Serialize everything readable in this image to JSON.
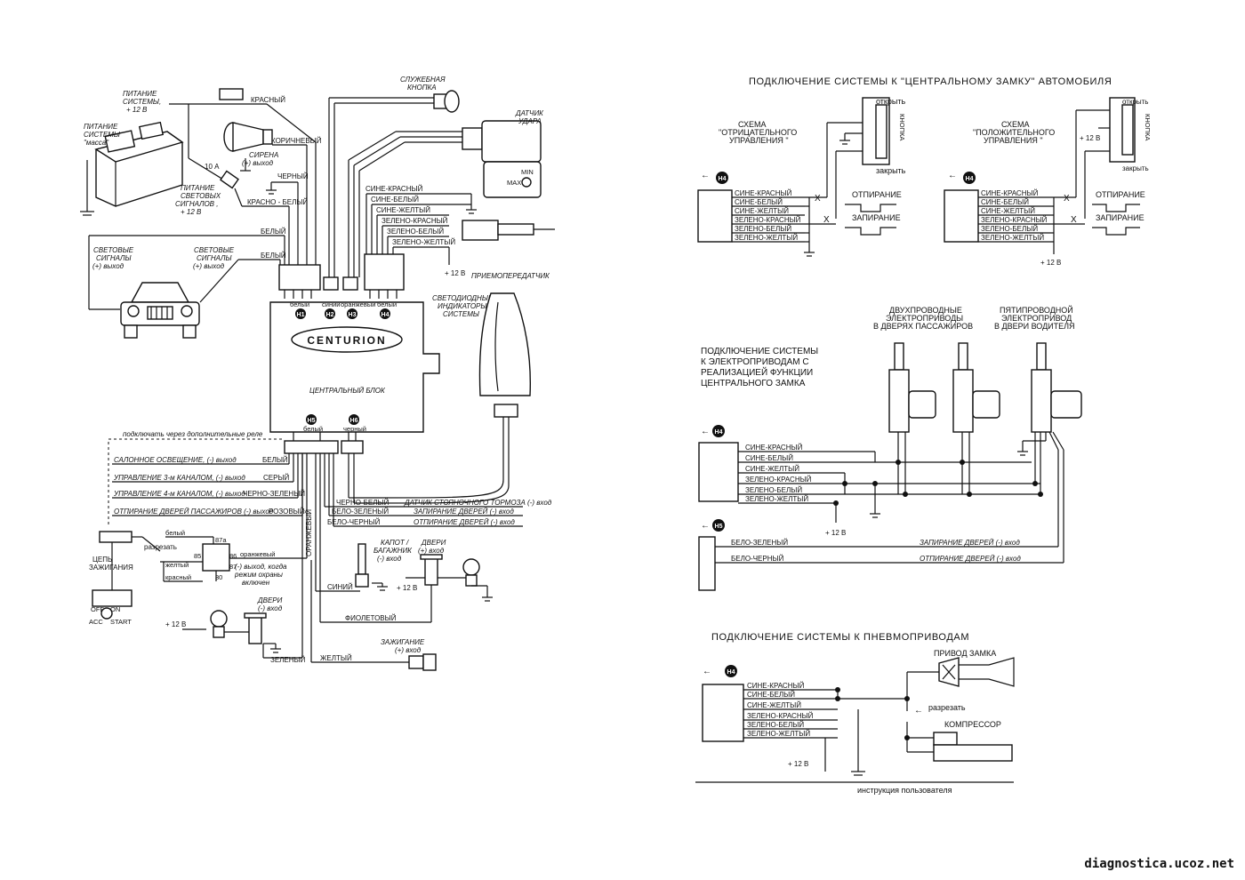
{
  "brand": "CENTURION",
  "central_unit": "ЦЕНТРАЛЬНЫЙ БЛОК",
  "connectors": {
    "h1": {
      "id": "H1",
      "color": "белый"
    },
    "h2": {
      "id": "H2",
      "color": "синий"
    },
    "h3": {
      "id": "H3",
      "color": "оранжевый"
    },
    "h4": {
      "id": "H4",
      "color": "белый"
    },
    "h5": {
      "id": "H5",
      "color": "белый"
    },
    "h6": {
      "id": "H6",
      "color": "черный"
    }
  },
  "left": {
    "power_plus_1": "ПИТАНИЕ",
    "power_plus_2": "СИСТЕМЫ,",
    "power_plus_3": "+ 12 В",
    "power_gnd_1": "ПИТАНИЕ",
    "power_gnd_2": "СИСТЕМЫ",
    "power_gnd_3": "\"масса\"",
    "red": "КРАСНЫЙ",
    "brown": "КОРИЧНЕВЫЙ",
    "siren_1": "СИРЕНА",
    "siren_2": "(+) выход",
    "black": "ЧЕРНЫЙ",
    "fuse": "10 А",
    "light_pwr_1": "ПИТАНИЕ",
    "light_pwr_2": "СВЕТОВЫХ",
    "light_pwr_3": "СИГНАЛОВ ,",
    "light_pwr_4": "+ 12 В",
    "red_white": "КРАСНО - БЕЛЫЙ",
    "white": "БЕЛЫЙ",
    "lights_a_1": "СВЕТОВЫЕ",
    "lights_a_2": "СИГНАЛЫ",
    "lights_a_3": "(+) выход",
    "lights_b_1": "СВЕТОВЫЕ",
    "lights_b_2": "СИГНАЛЫ",
    "lights_b_3": "(+) выход",
    "service_btn_1": "СЛУЖЕБНАЯ",
    "service_btn_2": "КНОПКА",
    "shock_1": "ДАТЧИК",
    "shock_2": "УДАРА",
    "shock_min": "MIN",
    "shock_max": "MAX",
    "h4_wires": [
      "СИНЕ-КРАСНЫЙ",
      "СИНЕ-БЕЛЫЙ",
      "СИНЕ-ЖЕЛТЫЙ",
      "ЗЕЛЕНО-КРАСНЫЙ",
      "ЗЕЛЕНО-БЕЛЫЙ",
      "ЗЕЛЕНО-ЖЕЛТЫЙ"
    ],
    "plus12": "+ 12 В",
    "transceiver": "ПРИЕМОПЕРЕДАТЧИК",
    "led_1": "СВЕТОДИОДНЫЕ",
    "led_2": "ИНДИКАТОРЫ",
    "led_3": "СИСТЕМЫ",
    "relay_note": "подключать через дополнительные реле",
    "out_rows": [
      {
        "label": "САЛОННОЕ ОСВЕЩЕНИЕ,  (-) выход",
        "wire": "БЕЛЫЙ"
      },
      {
        "label": "УПРАВЛЕНИЕ 3-м КАНАЛОМ,  (-) выход",
        "wire": "СЕРЫЙ"
      },
      {
        "label": "УПРАВЛЕНИЕ 4-м КАНАЛОМ,  (-) выход",
        "wire": "ЧЕРНО-ЗЕЛЕНЫЙ"
      },
      {
        "label": "ОТПИРАНИЕ ДВЕРЕЙ ПАССАЖИРОВ (-) выход",
        "wire": "РОЗОВЫЙ"
      }
    ],
    "in_rows": [
      {
        "wire": "ЧЕРНО-БЕЛЫЙ",
        "label": "ДАТЧИК СТОЯНОЧНОГО ТОРМОЗА (-) вход"
      },
      {
        "wire": "БЕЛО-ЗЕЛЕНЫЙ",
        "label": "ЗАПИРАНИЕ ДВЕРЕЙ (-) вход"
      },
      {
        "wire": "БЕЛО-ЧЕРНЫЙ",
        "label": "ОТПИРАНИЕ ДВЕРЕЙ (-) вход"
      }
    ],
    "ign_1": "ЦЕПЬ",
    "ign_2": "ЗАЖИГАНИЯ",
    "cut": "разрезать",
    "relay_white": "белый",
    "relay_yellow": "желтый",
    "relay_red": "красный",
    "relay_orange": "оранжевый",
    "pin_87a": "87а",
    "pin_85": "85",
    "pin_86": "86",
    "pin_87": "87",
    "pin_30": "30",
    "relay_out_1": "(-) выход, когда",
    "relay_out_2": "режим охраны",
    "relay_out_3": "включен",
    "orange_v": "ОРАНЖЕВЫЙ",
    "key_off": "OFF",
    "key_on": "ON",
    "key_acc": "ACC",
    "key_start": "START",
    "doors_left_1": "ДВЕРИ",
    "doors_left_2": "(-) вход",
    "green": "ЗЕЛЕНЫЙ",
    "hood_1": "КАПОТ /",
    "hood_2": "БАГАЖНИК",
    "hood_3": "(-) вход",
    "blue": "СИНИЙ",
    "doors_mid_1": "ДВЕРИ",
    "doors_mid_2": "(+) вход",
    "violet": "ФИОЛЕТОВЫЙ",
    "yellow": "ЖЕЛТЫЙ",
    "ignition_in_1": "ЗАЖИГАНИЕ",
    "ignition_in_2": "(+) вход"
  },
  "right_top": {
    "title": "ПОДКЛЮЧЕНИЕ СИСТЕМЫ К \"ЦЕНТРАЛЬНОМУ ЗАМКУ\" АВТОМОБИЛЯ",
    "neg_1": "СХЕМА",
    "neg_2": "\"ОТРИЦАТЕЛЬНОГО",
    "neg_3": "УПРАВЛЕНИЯ \"",
    "pos_1": "СХЕМА",
    "pos_2": "\"ПОЛОЖИТЕЛЬНОГО",
    "pos_3": "УПРАВЛЕНИЯ \"",
    "open": "открыть",
    "close": "закрыть",
    "button": "КНОПКА",
    "unlock": "ОТПИРАНИЕ",
    "lock": "ЗАПИРАНИЕ",
    "plus12": "+ 12 В",
    "h4": "H4"
  },
  "right_mid": {
    "title_1": "ПОДКЛЮЧЕНИЕ СИСТЕМЫ",
    "title_2": "К ЭЛЕКТРОПРИВОДАМ С",
    "title_3": "РЕАЛИЗАЦИЕЙ ФУНКЦИИ",
    "title_4": "ЦЕНТРАЛЬНОГО ЗАМКА",
    "two_1": "ДВУХПРОВОДНЫЕ",
    "two_2": "ЭЛЕКТРОПРИВОДЫ",
    "two_3": "В ДВЕРЯХ ПАССАЖИРОВ",
    "five_1": "ПЯТИПРОВОДНОЙ",
    "five_2": "ЭЛЕКТРОПРИВОД",
    "five_3": "В ДВЕРИ ВОДИТЕЛЯ",
    "h4": "H4",
    "h5": "H5",
    "plus12": "+ 12 В",
    "h5_wires": [
      {
        "wire": "БЕЛО-ЗЕЛЕНЫЙ",
        "label": "ЗАПИРАНИЕ ДВЕРЕЙ (-) вход"
      },
      {
        "wire": "БЕЛО-ЧЕРНЫЙ",
        "label": "ОТПИРАНИЕ ДВЕРЕЙ (-) вход"
      }
    ]
  },
  "right_bot": {
    "title": "ПОДКЛЮЧЕНИЕ СИСТЕМЫ К ПНЕВМОПРИВОДАМ",
    "h4": "H4",
    "lock_drive": "ПРИВОД ЗАМКА",
    "cut": "разрезать",
    "compressor": "КОМПРЕССОР",
    "plus12": "+ 12 В"
  },
  "footer": "инструкция пользователя",
  "watermark": "diagnostica.ucoz.net"
}
